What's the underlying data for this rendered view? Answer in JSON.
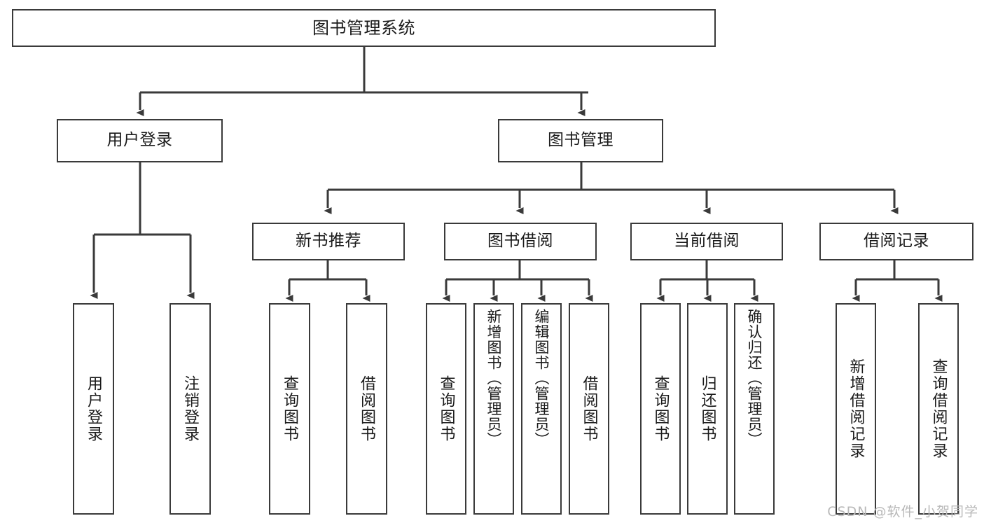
{
  "diagram": {
    "title": "图书管理系统",
    "type": "tree",
    "watermark": "CSDN @软件_小贺同学",
    "colors": {
      "stroke": "#3a3a3a",
      "fill": "#ffffff",
      "text": "#1a1a1a",
      "watermark": "#b9b9b9"
    },
    "levels": {
      "root": {
        "label": "图书管理系统"
      },
      "level1": [
        {
          "id": "user-login",
          "label": "用户登录"
        },
        {
          "id": "book-management",
          "label": "图书管理"
        }
      ],
      "level2": [
        {
          "id": "new-book-recommend",
          "label": "新书推荐",
          "parent": "book-management"
        },
        {
          "id": "book-borrow",
          "label": "图书借阅",
          "parent": "book-management"
        },
        {
          "id": "current-borrow",
          "label": "当前借阅",
          "parent": "book-management"
        },
        {
          "id": "borrow-record",
          "label": "借阅记录",
          "parent": "book-management"
        }
      ],
      "leaves": [
        {
          "id": "leaf-user-login",
          "label": "用户登录",
          "parent": "user-login"
        },
        {
          "id": "leaf-logout",
          "label": "注销登录",
          "parent": "user-login"
        },
        {
          "id": "leaf-query-book-1",
          "label": "查询图书",
          "parent": "new-book-recommend"
        },
        {
          "id": "leaf-borrow-book-1",
          "label": "借阅图书",
          "parent": "new-book-recommend"
        },
        {
          "id": "leaf-query-book-2",
          "label": "查询图书",
          "parent": "book-borrow"
        },
        {
          "id": "leaf-add-book",
          "label": "新增图书（管理员）",
          "parent": "book-borrow"
        },
        {
          "id": "leaf-edit-book",
          "label": "编辑图书（管理员）",
          "parent": "book-borrow"
        },
        {
          "id": "leaf-borrow-book-2",
          "label": "借阅图书",
          "parent": "book-borrow"
        },
        {
          "id": "leaf-query-book-3",
          "label": "查询图书",
          "parent": "current-borrow"
        },
        {
          "id": "leaf-return-book",
          "label": "归还图书",
          "parent": "current-borrow"
        },
        {
          "id": "leaf-confirm-return",
          "label": "确认归还（管理员）",
          "parent": "current-borrow"
        },
        {
          "id": "leaf-add-record",
          "label": "新增借阅记录",
          "parent": "borrow-record"
        },
        {
          "id": "leaf-query-record",
          "label": "查询借阅记录",
          "parent": "borrow-record"
        }
      ]
    }
  }
}
